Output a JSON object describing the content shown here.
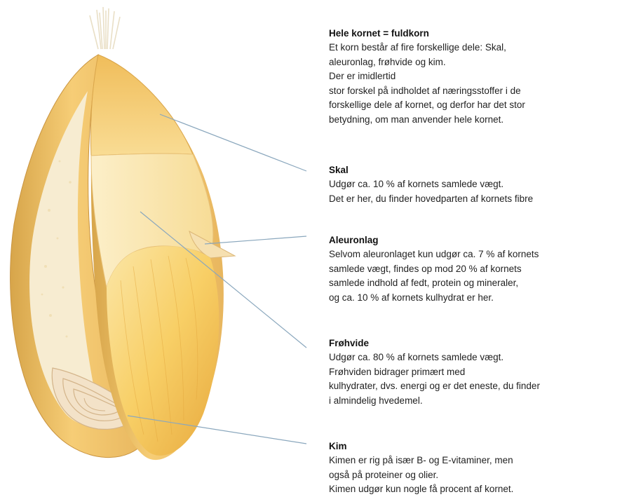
{
  "sections": [
    {
      "heading": "Hele kornet = fuldkorn",
      "lines": [
        "Et korn består af fire forskellige dele: Skal,",
        "aleuronlag, frøhvide og kim.",
        "Der er imidlertid",
        "stor forskel på indholdet af næringsstoffer i de",
        "forskellige dele af kornet, og derfor har det stor",
        "betydning, om man anvender hele kornet."
      ]
    },
    {
      "heading": "Skal",
      "lines": [
        "Udgør ca. 10 % af kornets samlede vægt.",
        "Det er her, du finder hovedparten af kornets fibre"
      ]
    },
    {
      "heading": "Aleuronlag",
      "lines": [
        "Selvom aleuronlaget kun udgør ca. 7 % af kornets",
        "samlede vægt, findes op mod 20 % af kornets",
        "samlede indhold af fedt, protein og mineraler,",
        "og ca. 10 % af kornets kulhydrat er her."
      ]
    },
    {
      "heading": "Frøhvide",
      "lines": [
        "Udgør ca. 80 % af kornets samlede vægt.",
        "Frøhviden bidrager primært med",
        "kulhydrater, dvs. energi og er det eneste, du finder",
        "i almindelig hvedemel."
      ]
    },
    {
      "heading": "Kim",
      "lines": [
        "Kimen er rig på især B- og E-vitaminer, men",
        "også på proteiner og olier.",
        "Kimen udgør kun nogle få procent af kornet."
      ]
    }
  ],
  "colors": {
    "husk": "#f3c567",
    "aleurone": "#f7e3b3",
    "endosperm": "#fbeec8",
    "core": "#f9d26e",
    "germ": "#f1dcc0",
    "leader": "#8aa7bd"
  }
}
